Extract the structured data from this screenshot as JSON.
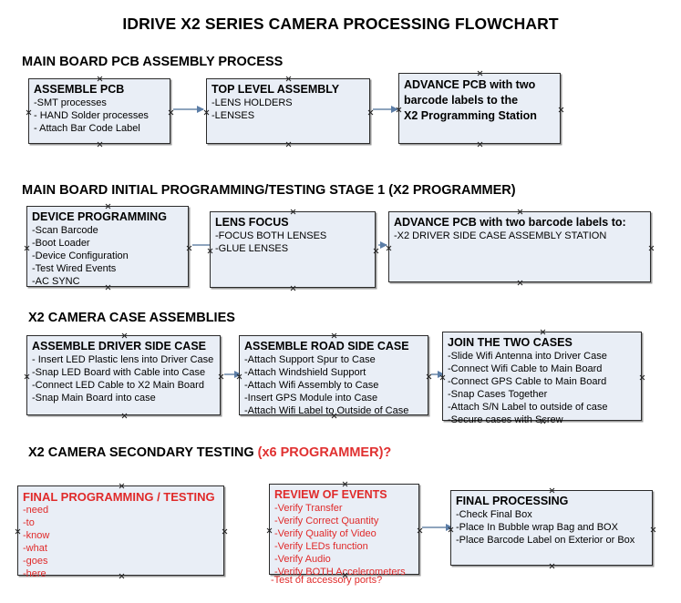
{
  "title": "IDRIVE X2  SERIES CAMERA PROCESSING FLOWCHART",
  "colors": {
    "box_fill": "#e9eef6",
    "box_border": "#2b2b2b",
    "connector": "#5b7da6",
    "accent_red": "#e02a2a",
    "text": "#000000"
  },
  "sections": [
    {
      "heading": "MAIN BOARD PCB ASSEMBLY PROCESS",
      "heading_accent": "",
      "boxes": [
        {
          "title": "ASSEMBLE PCB",
          "lines": [
            "-SMT processes",
            "- HAND Solder processes",
            "- Attach Bar Code Label"
          ]
        },
        {
          "title": "TOP LEVEL ASSEMBLY",
          "lines": [
            "-LENS HOLDERS",
            "-LENSES"
          ]
        },
        {
          "title_lines": [
            "ADVANCE PCB with two",
            "barcode labels to the",
            " X2 Programming Station"
          ],
          "lines": []
        }
      ]
    },
    {
      "heading": "MAIN BOARD INITIAL PROGRAMMING/TESTING STAGE 1 (X2 PROGRAMMER)",
      "boxes": [
        {
          "title": "DEVICE PROGRAMMING",
          "lines": [
            "-Scan Barcode",
            "-Boot Loader",
            "-Device Configuration",
            "-Test Wired Events",
            "-AC SYNC"
          ]
        },
        {
          "title": "LENS FOCUS",
          "lines": [
            "-FOCUS BOTH LENSES",
            "-GLUE LENSES"
          ]
        },
        {
          "title": "ADVANCE PCB with two barcode labels to:",
          "lines": [
            "-X2 DRIVER  SIDE  CASE  ASSEMBLY STATION"
          ]
        }
      ]
    },
    {
      "heading": "X2 CAMERA CASE ASSEMBLIES",
      "boxes": [
        {
          "title": "ASSEMBLE DRIVER SIDE CASE",
          "lines": [
            "- Insert LED Plastic lens into Driver Case",
            "-Snap LED Board with Cable into Case",
            "-Connect LED Cable to X2 Main Board",
            "-Snap Main Board into case"
          ]
        },
        {
          "title": "ASSEMBLE ROAD SIDE CASE",
          "lines": [
            "-Attach Support Spur to Case",
            "-Attach Windshield Support",
            "-Attach Wifi Assembly to Case",
            "-Insert GPS Module into Case",
            "-Attach Wifi Label to Outside of Case"
          ]
        },
        {
          "title": "JOIN THE TWO CASES",
          "lines": [
            "-Slide Wifi Antenna into Driver Case",
            "-Connect Wifi Cable to Main Board",
            "-Connect GPS Cable to Main Board",
            "-Snap Cases Together",
            "-Attach S/N Label to outside of case",
            "-Secure cases with Screw"
          ]
        }
      ]
    },
    {
      "heading": "X2 CAMERA SECONDARY TESTING ",
      "heading_accent": "(x6 PROGRAMMER)?",
      "boxes": [
        {
          "title": "FINAL PROGRAMMING / TESTING",
          "lines": [
            "-need",
            "-to",
            "-know",
            "-what",
            "-goes",
            "-here"
          ],
          "color": "red"
        },
        {
          "title": "REVIEW OF EVENTS",
          "lines": [
            "-Verify Transfer",
            "-Verify Correct Quantity",
            "-Verify Quality of Video",
            "-Verify LEDs function",
            "-Verify Audio",
            "-Verify BOTH Accelerometers"
          ],
          "overflow_line": "-Test of accessory ports?",
          "color": "red"
        },
        {
          "title": "FINAL PROCESSING",
          "lines": [
            " -Check Final Box",
            "-Place In Bubble wrap Bag and BOX",
            "-Place Barcode Label on Exterior or Box"
          ]
        }
      ]
    }
  ]
}
